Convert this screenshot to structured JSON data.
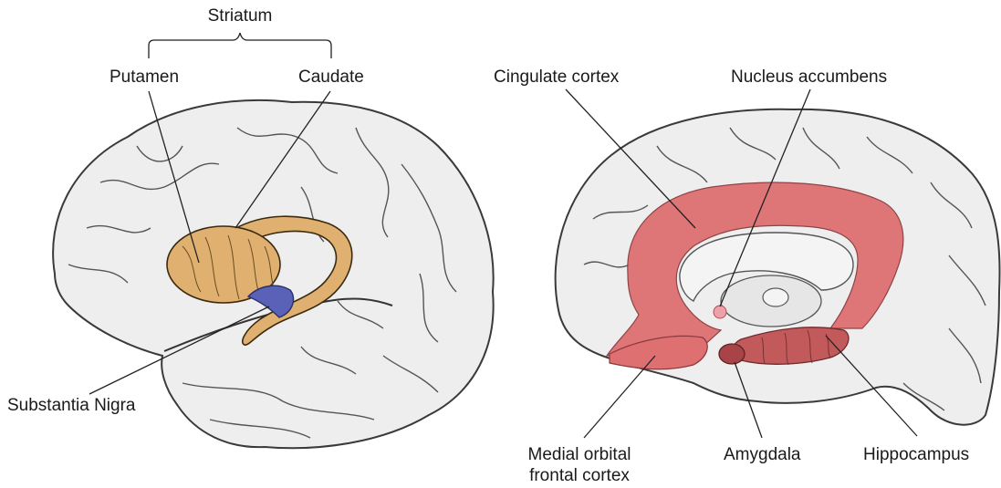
{
  "labels": {
    "striatum": "Striatum",
    "putamen": "Putamen",
    "caudate": "Caudate",
    "substantia_nigra": "Substantia Nigra",
    "cingulate_cortex": "Cingulate cortex",
    "nucleus_accumbens": "Nucleus accumbens",
    "medial_orbital_line1": "Medial orbital",
    "medial_orbital_line2": "frontal cortex",
    "amygdala": "Amygdala",
    "hippocampus": "Hippocampus"
  },
  "colors": {
    "brain_fill": "#eeeeee",
    "brain_outline": "#3a3a3a",
    "striatum": "#e0b070",
    "substantia_nigra": "#5a62b8",
    "limbic": "#de7072",
    "hippocampus_amygdala": "#c25a5c",
    "nucleus_accumbens": "#f0a0a8"
  }
}
